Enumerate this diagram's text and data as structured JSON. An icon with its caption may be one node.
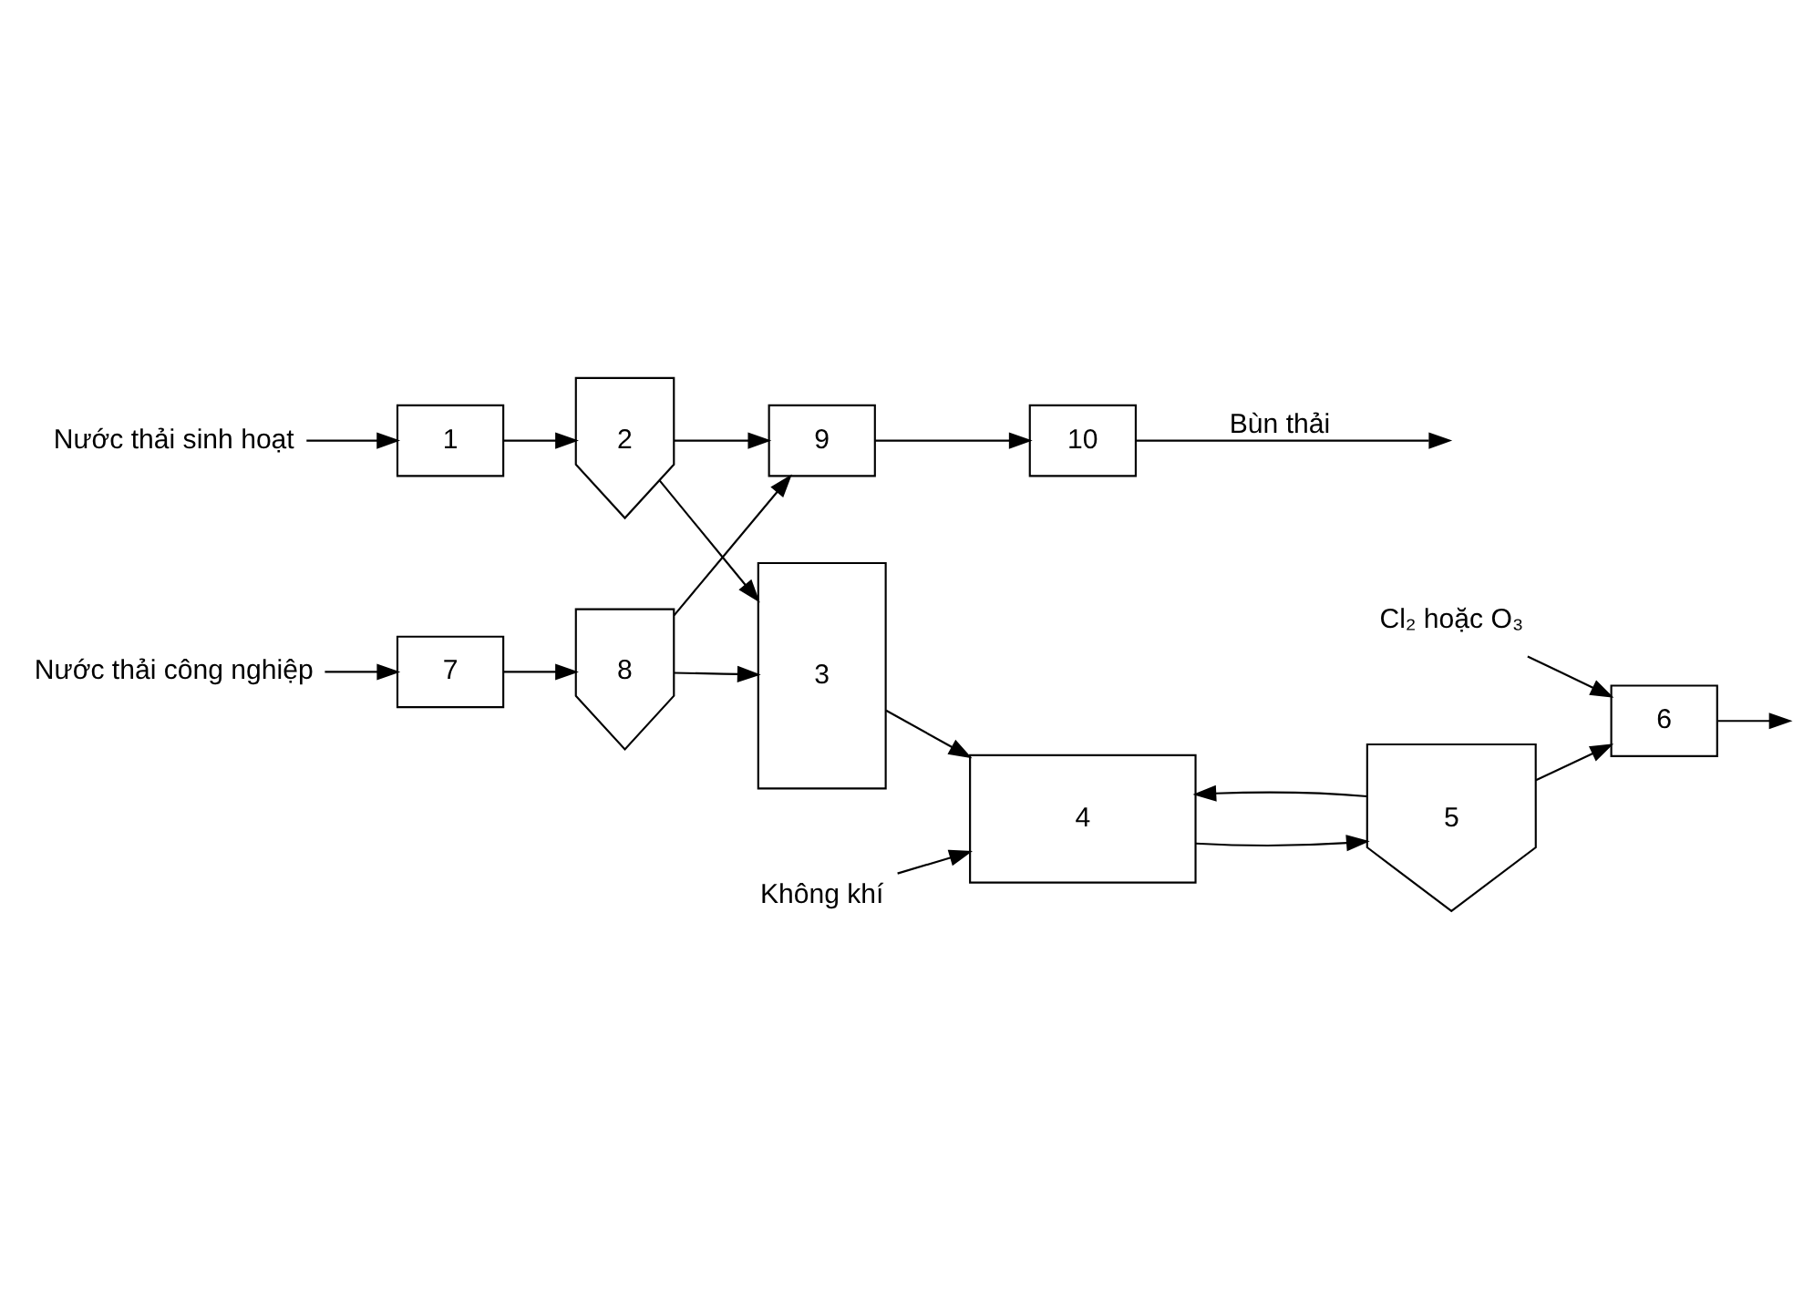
{
  "diagram": {
    "nodes": [
      {
        "text": [
          "Nước thải sinh hoạt"
        ]
      },
      {
        "text": [
          "1"
        ]
      },
      {
        "text": [
          "2"
        ]
      },
      {
        "text": [
          "3"
        ]
      },
      {
        "text": [
          "4"
        ]
      },
      {
        "text": [
          "5"
        ]
      },
      {
        "text": [
          "6"
        ]
      },
      {
        "text": [
          "Cl₂ hoặc O₃"
        ]
      },
      {
        "text": [
          "Không khí"
        ]
      },
      {
        "text": [
          "Nước thải công nghiệp"
        ]
      },
      {
        "text": [
          "7"
        ]
      },
      {
        "text": [
          "8"
        ]
      },
      {
        "text": [
          "9"
        ]
      },
      {
        "text": [
          "10"
        ]
      }
    ],
    "edges": [
      {
        "from": 0,
        "to": 1,
        "arrow": "to"
      },
      {
        "from": 1,
        "to": 2,
        "arrow": "to"
      },
      {
        "from": 2,
        "to": 3,
        "arrow": "to"
      },
      {
        "from": 3,
        "to": 4,
        "arrow": "to"
      },
      {
        "from": 4,
        "to": 5,
        "arrow": "to"
      },
      {
        "from": 5,
        "to": 6,
        "arrow": "to"
      },
      {
        "from": 6,
        "to": null,
        "arrow": "to"
      },
      {
        "from": 7,
        "to": 6,
        "arrow": "to"
      },
      {
        "from": 8,
        "to": 4,
        "arrow": "to"
      },
      {
        "from": 5,
        "to": 4,
        "arrow": "to"
      },
      {
        "from": 2,
        "to": 12,
        "arrow": "to"
      },
      {
        "from": 9,
        "to": 10,
        "arrow": "to"
      },
      {
        "from": 10,
        "to": 11,
        "arrow": "to"
      },
      {
        "from": 11,
        "to": 3,
        "arrow": "to"
      },
      {
        "from": 11,
        "to": 12,
        "arrow": "to"
      },
      {
        "from": 12,
        "to": 13,
        "arrow": "to"
      },
      {
        "from": 13,
        "to": null,
        "label": "Bùn thải",
        "arrow": "to"
      }
    ]
  }
}
